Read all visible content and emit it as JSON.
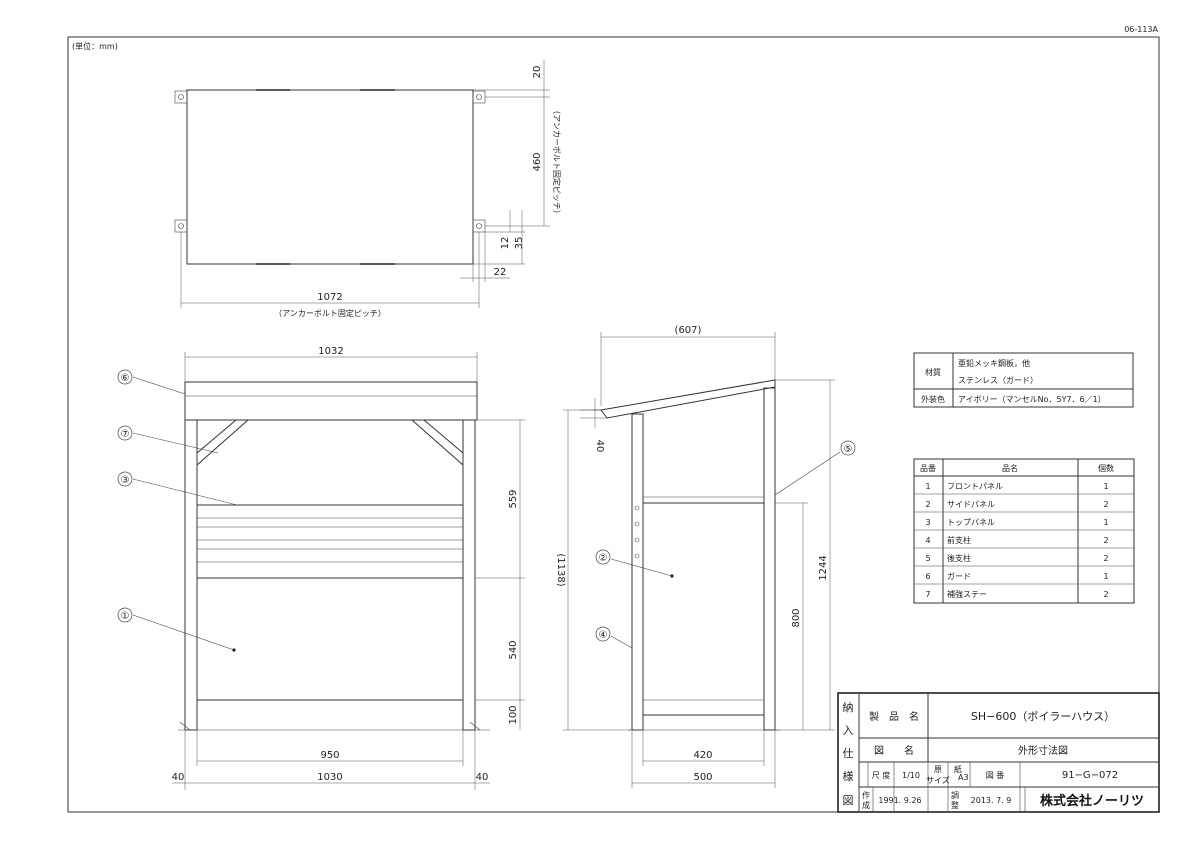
{
  "doc_number": "06-113A",
  "unit_note": "(単位：mm)",
  "plan_view": {
    "dim_width": "1072",
    "dim_width_note": "（アンカーボルト固定ピッチ）",
    "dim_depth": "460",
    "dim_depth_note": "（アンカーボルト固定ピッチ）",
    "dim_top_offset": "20",
    "dim_12": "12",
    "dim_35": "35",
    "dim_22": "22"
  },
  "front_view": {
    "dim_top_width": "1032",
    "dim_upper_height": "559",
    "dim_lower_height": "540",
    "dim_base": "100",
    "dim_inner_width": "950",
    "dim_outer_width": "1030",
    "dim_left_40": "40",
    "dim_right_40": "40",
    "callouts": [
      "①",
      "③",
      "⑥",
      "⑦"
    ]
  },
  "side_view": {
    "dim_top_depth": "(607)",
    "dim_roof_offset": "40",
    "dim_total_height": "(1138)",
    "dim_rear_height": "1244",
    "dim_panel_height": "800",
    "dim_inner_depth": "420",
    "dim_outer_depth": "500",
    "callouts": [
      "②",
      "④",
      "⑤"
    ]
  },
  "material_table": {
    "rows": [
      {
        "label": "材質",
        "values": [
          "亜鉛メッキ鋼板，他",
          "ステンレス（ガード）"
        ]
      },
      {
        "label": "外装色",
        "values": [
          "アイボリー（マンセルNo．5Y7．6／1）"
        ]
      }
    ]
  },
  "parts_table": {
    "headers": [
      "品番",
      "品名",
      "個数"
    ],
    "rows": [
      {
        "no": "1",
        "name": "フロントパネル",
        "qty": "1"
      },
      {
        "no": "2",
        "name": "サイドパネル",
        "qty": "2"
      },
      {
        "no": "3",
        "name": "トップパネル",
        "qty": "1"
      },
      {
        "no": "4",
        "name": "前支柱",
        "qty": "2"
      },
      {
        "no": "5",
        "name": "後支柱",
        "qty": "2"
      },
      {
        "no": "6",
        "name": "ガード",
        "qty": "1"
      },
      {
        "no": "7",
        "name": "補強ステー",
        "qty": "2"
      }
    ]
  },
  "title_block": {
    "side_chars": [
      "納",
      "入",
      "仕",
      "様",
      "図"
    ],
    "product_label": "製　品　名",
    "product_value": "SH−600（ボイラーハウス）",
    "drawing_label": "図　　名",
    "drawing_value": "外形寸法図",
    "scale_label": "尺 度",
    "scale_value": "1/10",
    "paper_label_1": "原",
    "paper_label_2": "紙",
    "paper_label_3": "サイズ",
    "paper_value": "A3",
    "number_label": "図 番",
    "number_value": "91−G−072",
    "created_label_1": "作",
    "created_label_2": "成",
    "created_value": "1991. 9.26",
    "adjusted_label_1": "調",
    "adjusted_label_2": "整",
    "adjusted_value": "2013. 7. 9",
    "company": "株式会社ノーリツ"
  }
}
